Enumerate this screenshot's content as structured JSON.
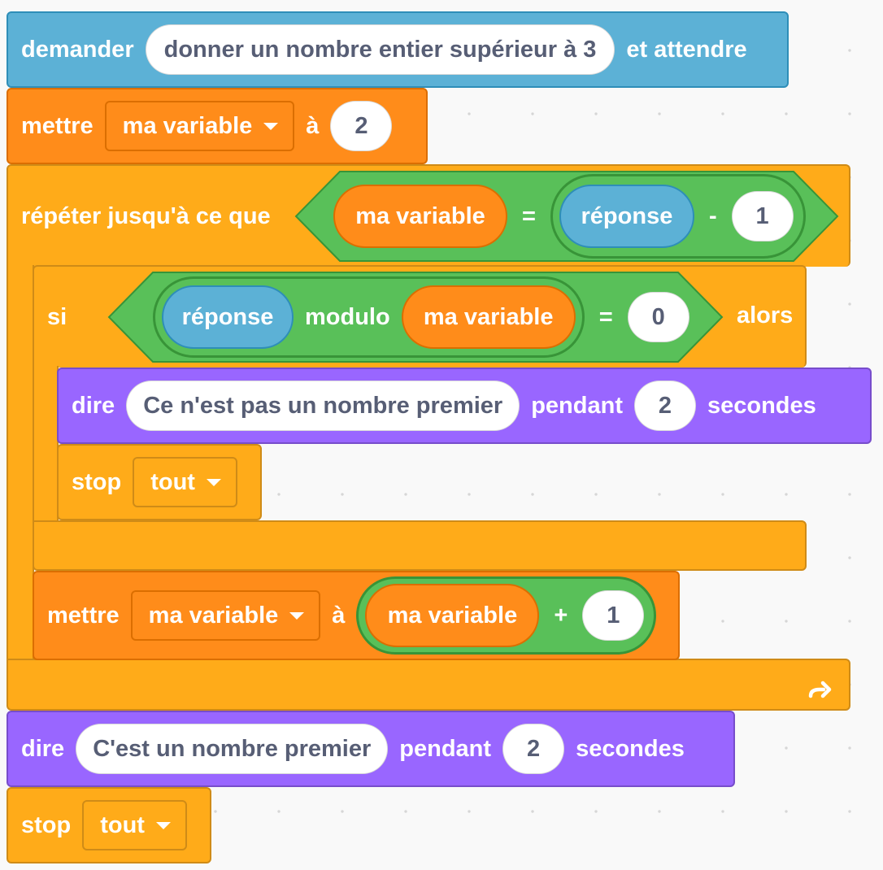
{
  "ask_block": {
    "label": "demander",
    "question": "donner un nombre entier supérieur à 3",
    "suffix": "et attendre"
  },
  "set_block_1": {
    "label": "mettre",
    "variable": "ma variable",
    "to_label": "à",
    "value": "2"
  },
  "repeat_until": {
    "label": "répéter jusqu'à ce que",
    "condition": {
      "left_var": "ma variable",
      "equals": "=",
      "right_sensing": "réponse",
      "minus": "-",
      "right_value": "1"
    }
  },
  "if_block": {
    "label": "si",
    "condition": {
      "sensing": "réponse",
      "mod_label": "modulo",
      "var": "ma variable",
      "equals": "=",
      "value": "0"
    },
    "then_label": "alors"
  },
  "say_block_1": {
    "label": "dire",
    "message": "Ce n'est pas un nombre premier",
    "for_label": "pendant",
    "seconds": "2",
    "seconds_label": "secondes"
  },
  "stop_block_1": {
    "label": "stop",
    "option": "tout"
  },
  "set_block_2": {
    "label": "mettre",
    "variable": "ma variable",
    "to_label": "à",
    "expr_var": "ma variable",
    "plus": "+",
    "expr_value": "1"
  },
  "say_block_2": {
    "label": "dire",
    "message": "C'est un nombre premier",
    "for_label": "pendant",
    "seconds": "2",
    "seconds_label": "secondes"
  },
  "stop_block_2": {
    "label": "stop",
    "option": "tout"
  },
  "icons": {
    "repeat": "loop-arrow-icon",
    "dropdown": "triangle-down-icon"
  },
  "colors": {
    "looks": "#5cb1d6",
    "variables": "#ff8c1a",
    "control": "#ffab19",
    "operators": "#59c059",
    "looks_purple": "#9966ff"
  }
}
